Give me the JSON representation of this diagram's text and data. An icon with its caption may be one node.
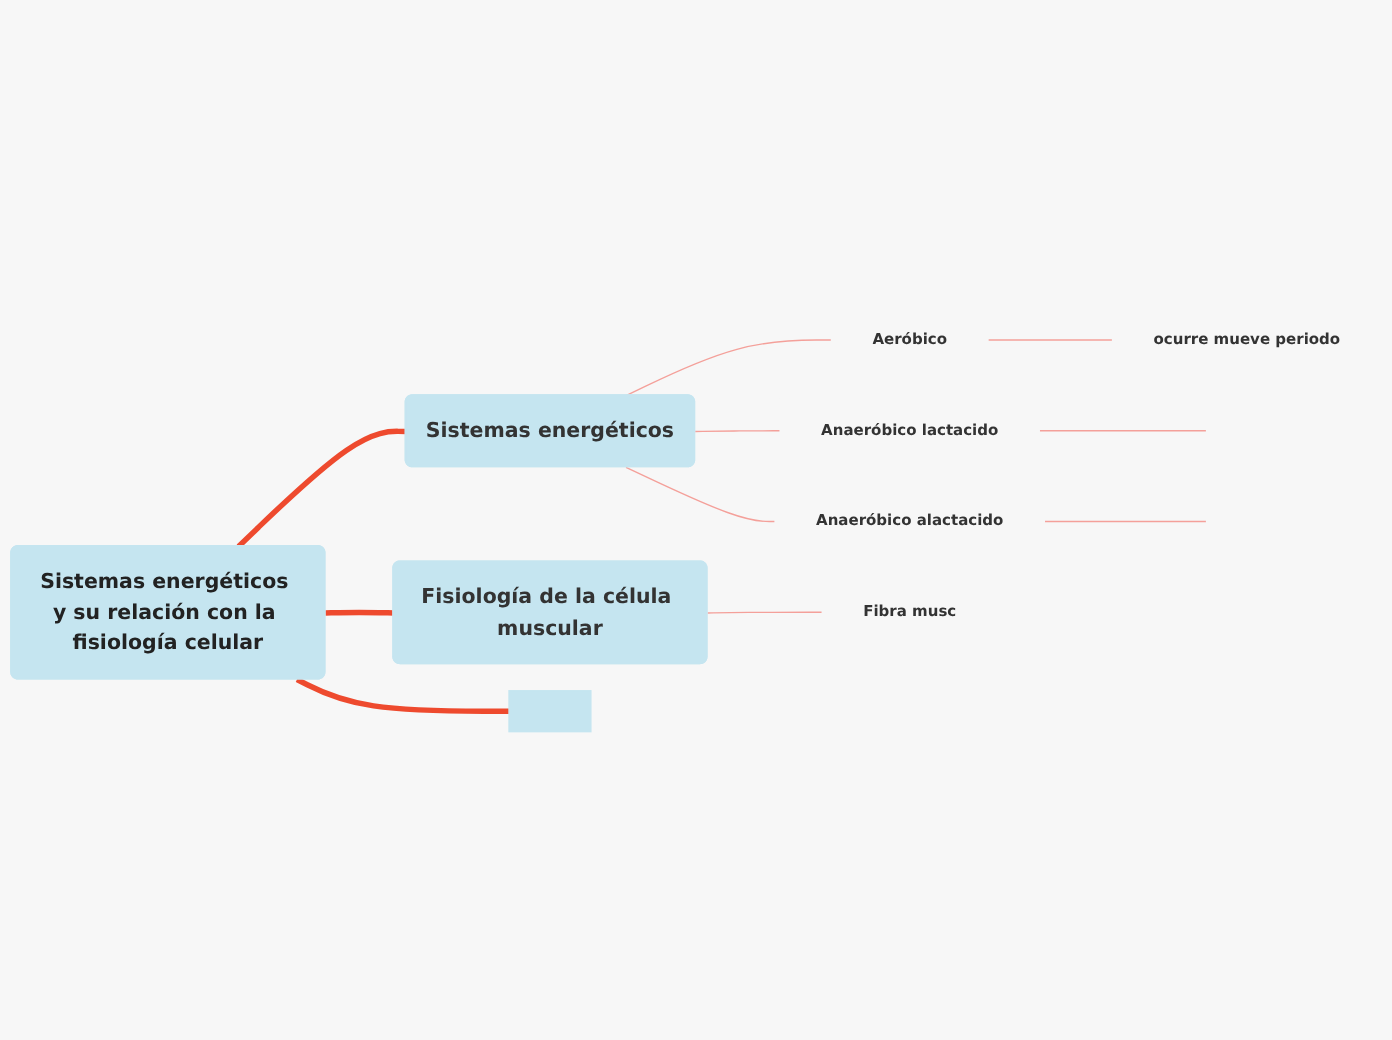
{
  "diagram": {
    "nodes": [
      {
        "text": [
          "Sistemas energéticos y su relación con la fisiología celular"
        ]
      },
      {
        "text": [
          "Sistemas energéticos"
        ]
      },
      {
        "text": [
          "Aeróbico"
        ]
      },
      {
        "text": [
          "ocurre mueve periodo"
        ]
      },
      {
        "text": [
          "Anaeróbico lactacido"
        ]
      },
      {
        "text": [
          "Anaeróbico alactacido"
        ]
      },
      {
        "text": [
          "Fisiología de la célula muscular"
        ]
      },
      {
        "text": [
          "Fibra musc"
        ]
      },
      {
        "text": [],
        "shape": "box"
      }
    ],
    "edges": [
      {
        "from": 0,
        "to": 1,
        "arrow": "none",
        "style": "thick",
        "color": "#ee4a2e"
      },
      {
        "from": 0,
        "to": 6,
        "arrow": "none",
        "style": "thick",
        "color": "#ee4a2e"
      },
      {
        "from": 0,
        "to": 8,
        "arrow": "none",
        "style": "thick",
        "color": "#ee4a2e"
      },
      {
        "from": 1,
        "to": 2,
        "arrow": "none"
      },
      {
        "from": 2,
        "to": 3,
        "arrow": "none"
      },
      {
        "from": 1,
        "to": 4,
        "arrow": "none"
      },
      {
        "from": 4,
        "to": null,
        "arrow": "none"
      },
      {
        "from": 1,
        "to": 5,
        "arrow": "none"
      },
      {
        "from": 5,
        "to": null,
        "arrow": "none"
      },
      {
        "from": 6,
        "to": 7,
        "arrow": "none"
      }
    ]
  }
}
